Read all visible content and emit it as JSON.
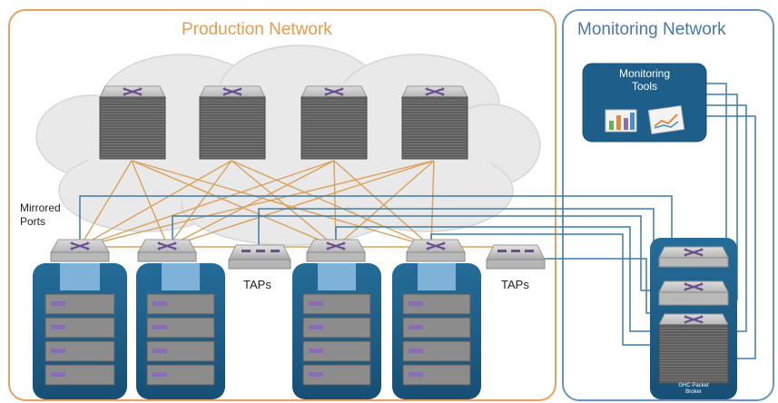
{
  "production_network": {
    "title": "Production Network",
    "accent": "#e89a4f"
  },
  "monitoring_network": {
    "title": "Monitoring Network",
    "accent": "#5d86b4",
    "tools_title_line1": "Monitoring",
    "tools_title_line2": "Tools",
    "switch_caption_line1": "GHC Packet",
    "switch_caption_line2": "Broker"
  },
  "labels": {
    "mirrored_line1": "Mirrored",
    "mirrored_line2": "Ports",
    "taps_left": "TAPs",
    "taps_right": "TAPs"
  },
  "colors": {
    "spine_body": "#6f6f6f",
    "switch_icon": "#6a4d8e",
    "rack_blue": "#1d5f8a",
    "link_orange": "#d9a15c",
    "link_blue": "#3d7ca8",
    "cloud": "#e9e9ea"
  }
}
